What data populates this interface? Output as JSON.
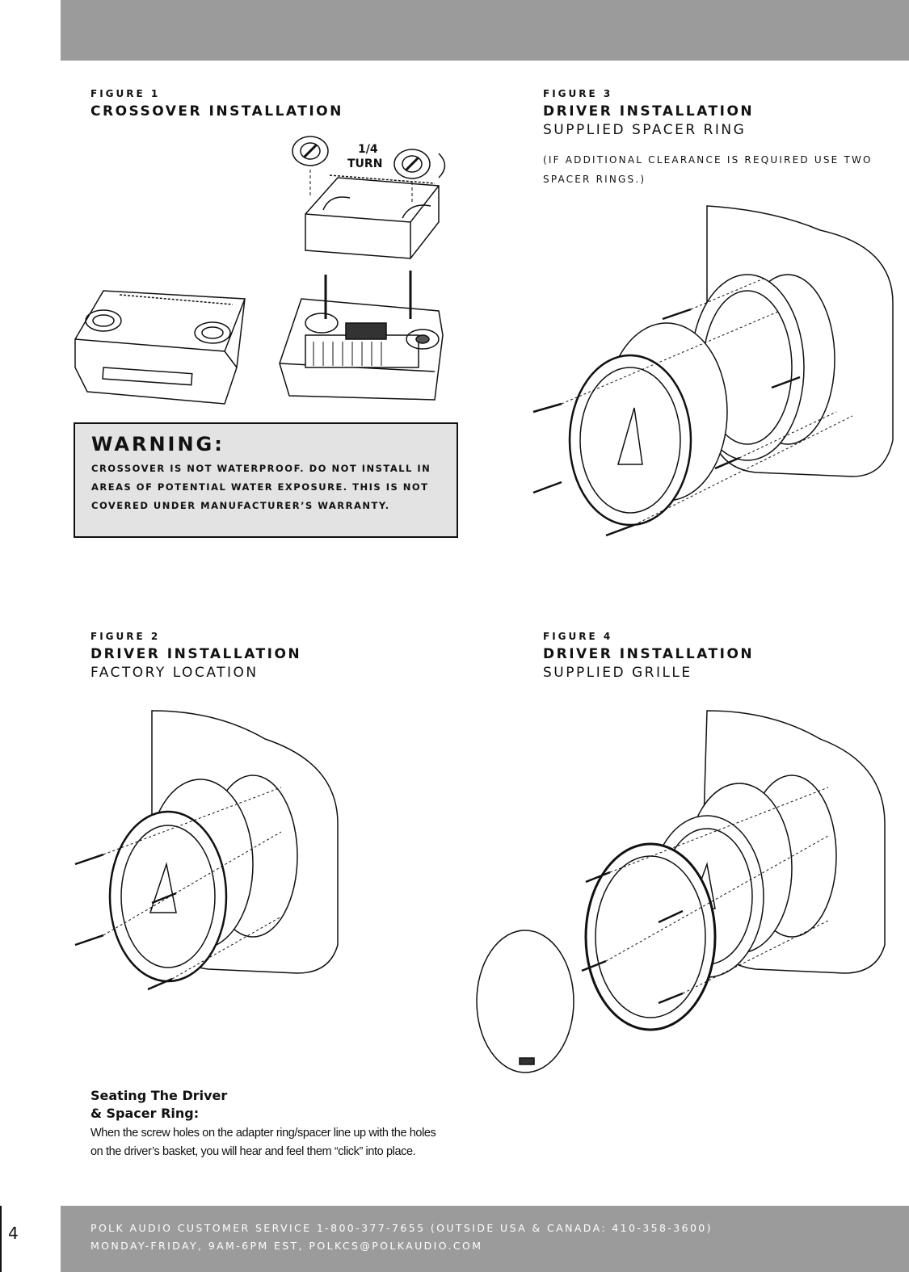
{
  "figure1": {
    "label": "FIGURE 1",
    "title": "CROSSOVER INSTALLATION",
    "quarter_turn": "1/4",
    "turn": "TURN"
  },
  "figure3": {
    "label": "FIGURE 3",
    "title": "DRIVER INSTALLATION",
    "subtitle": "SUPPLIED SPACER RING",
    "note": "(IF ADDITIONAL CLEARANCE IS REQUIRED USE TWO SPACER RINGS.)"
  },
  "warning": {
    "title": "WARNING:",
    "body": "CROSSOVER IS NOT WATERPROOF. DO NOT INSTALL IN AREAS OF POTENTIAL WATER EXPOSURE. THIS IS NOT COVERED UNDER MANUFACTURER’S WARRANTY."
  },
  "figure2": {
    "label": "FIGURE 2",
    "title": "DRIVER INSTALLATION",
    "subtitle": "FACTORY LOCATION"
  },
  "figure4": {
    "label": "FIGURE 4",
    "title": "DRIVER INSTALLATION",
    "subtitle": "SUPPLIED GRILLE"
  },
  "seating": {
    "title_line1": "Seating The Driver",
    "title_line2": "& Spacer Ring:",
    "body": "When the screw holes on the adapter ring/spacer line up with the holes on the driver’s basket, you will hear and feel them “click” into place."
  },
  "footer": {
    "line1": "POLK AUDIO CUSTOMER SERVICE 1-800-377-7655 (OUTSIDE USA & CANADA: 410-358-3600)",
    "line2": "MONDAY-FRIDAY, 9AM-6PM EST, POLKCS@POLKAUDIO.COM"
  },
  "page_number": "4"
}
